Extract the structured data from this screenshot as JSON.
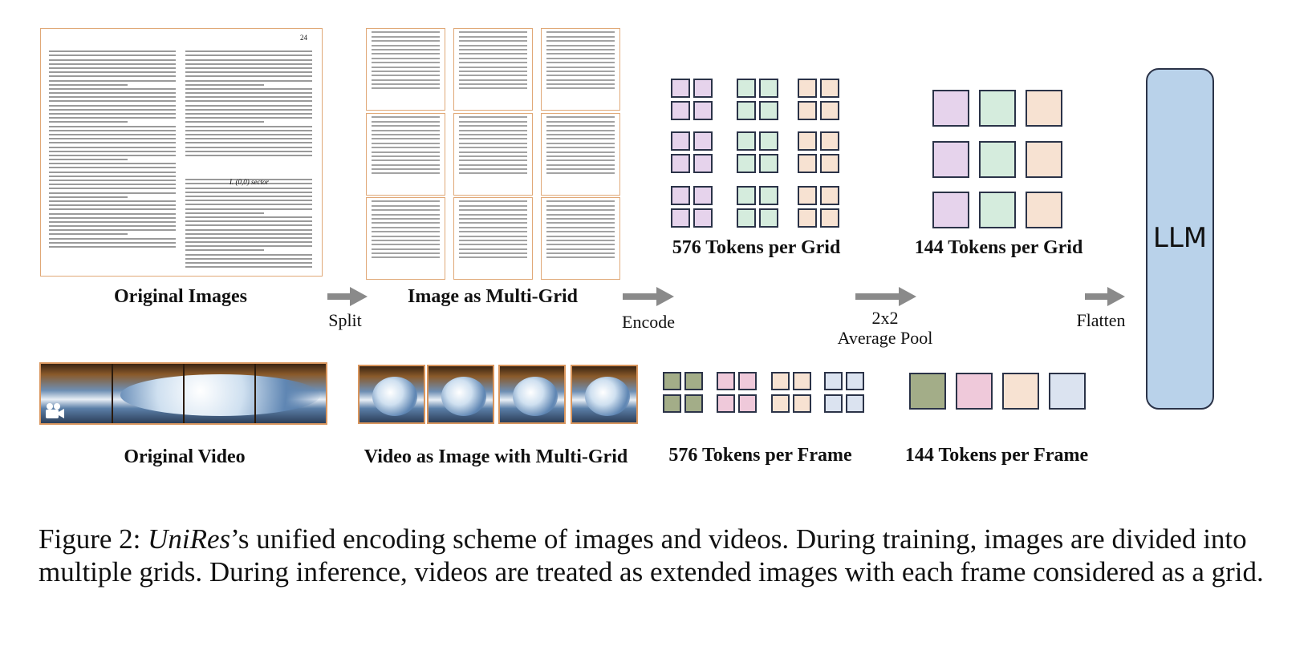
{
  "labels": {
    "original_images": "Original Images",
    "image_multigrid": "Image as Multi-Grid",
    "tokens576_grid": "576 Tokens per Grid",
    "tokens144_grid": "144 Tokens per Grid",
    "original_video": "Original Video",
    "video_multigrid": "Video as Image with Multi-Grid",
    "tokens576_frame": "576 Tokens per Frame",
    "tokens144_frame": "144 Tokens per Frame"
  },
  "steps": {
    "split": "Split",
    "encode": "Encode",
    "pool_line1": "2x2",
    "pool_line2": "Average Pool",
    "flatten": "Flatten"
  },
  "llm": "LLM",
  "doc": {
    "page_number": "24",
    "section": "I.   (0,0) sector"
  },
  "caption": {
    "prefix": "Figure 2: ",
    "model": "UniRes",
    "rest": "’s unified encoding scheme of images and videos.  During training, images are divided into multiple grids. During inference, videos are treated as extended images with each frame considered as a grid."
  },
  "colors": {
    "purple": "#e6d3ec",
    "green": "#d5ecdd",
    "peach": "#f7e2d2",
    "olive": "#a3ad88",
    "pink": "#efc9da",
    "blue": "#dbe3f0",
    "llm": "#b9d2ea",
    "frame_border": "#d9965e",
    "arrow": "#8a8a8a"
  }
}
